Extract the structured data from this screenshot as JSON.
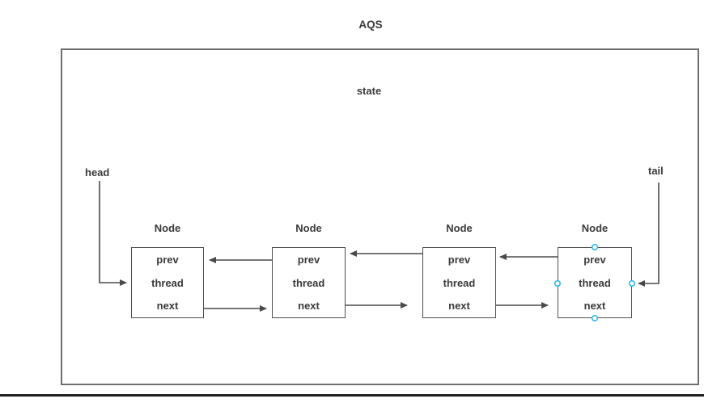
{
  "title": "AQS",
  "state_label": "state",
  "pointers": {
    "head": "head",
    "tail": "tail"
  },
  "nodes": [
    {
      "label": "Node",
      "fields": [
        "prev",
        "thread",
        "next"
      ]
    },
    {
      "label": "Node",
      "fields": [
        "prev",
        "thread",
        "next"
      ]
    },
    {
      "label": "Node",
      "fields": [
        "prev",
        "thread",
        "next"
      ]
    },
    {
      "label": "Node",
      "fields": [
        "prev",
        "thread",
        "next"
      ]
    }
  ],
  "edges": [
    {
      "from": "head",
      "to": "node1"
    },
    {
      "from": "tail",
      "to": "node4"
    },
    {
      "from": "node2.prev",
      "to": "node1"
    },
    {
      "from": "node1.next",
      "to": "node2"
    },
    {
      "from": "node3.prev",
      "to": "node2"
    },
    {
      "from": "node2.next",
      "to": "node3"
    },
    {
      "from": "node4.prev",
      "to": "node3"
    },
    {
      "from": "node3.next",
      "to": "node4"
    }
  ],
  "selection": {
    "selected_node_index": 3,
    "handle_positions": [
      "top",
      "left",
      "right",
      "bottom"
    ]
  },
  "colors": {
    "line": "#4a4a4a",
    "text": "#3a3a3a",
    "node_border": "#4f4f4f",
    "outer_border": "#6e6e6e",
    "handle": "#29b6f2",
    "bottom_rule": "#222222",
    "bg": "#ffffff"
  }
}
